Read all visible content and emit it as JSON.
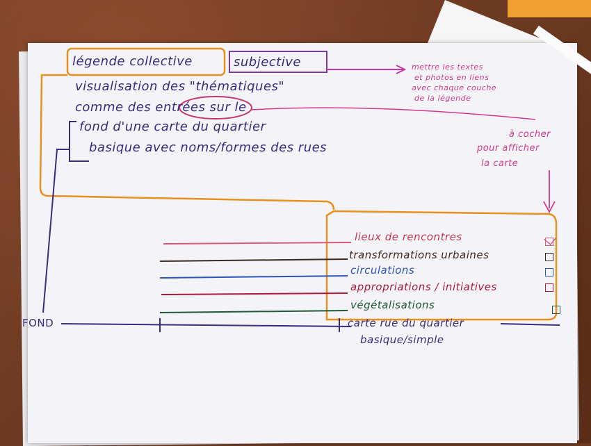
{
  "title": {
    "legend_word": "légende collective",
    "subjective": "subjective"
  },
  "description_lines": [
    "visualisation des \"thématiques\"",
    "comme des entrées sur le",
    "fond d'une carte du quartier",
    "basique avec noms/formes des rues"
  ],
  "note_top": [
    "mettre les textes",
    "et photos en liens",
    "avec chaque couche",
    "de la légende"
  ],
  "note_right": [
    "à cocher",
    "pour afficher",
    "la carte"
  ],
  "layers": [
    {
      "label": "lieux de rencontres",
      "color": "#d95a78",
      "checked": true
    },
    {
      "label": "transformations urbaines",
      "color": "#3c2a1e",
      "checked": false
    },
    {
      "label": "circulations",
      "color": "#2a55b8",
      "checked": false
    },
    {
      "label": "appropriations / initiatives",
      "color": "#b01a3a",
      "checked": false
    },
    {
      "label": "végétalisations",
      "color": "#1f5a3a",
      "checked": false
    }
  ],
  "base": {
    "fond_label": "FOND",
    "map_label_1": "carte rue du quartier",
    "map_label_2": "basique/simple"
  },
  "colors": {
    "orange": "#e8901e",
    "purple": "#3b2a7e",
    "magenta": "#c23aa8",
    "pink": "#d0388c"
  }
}
